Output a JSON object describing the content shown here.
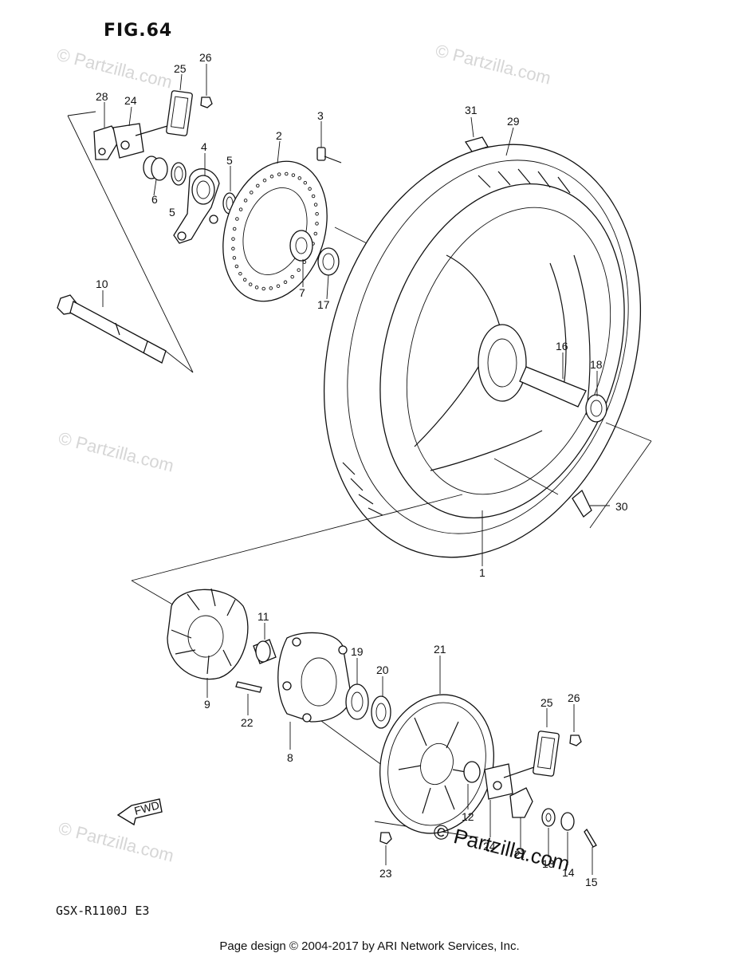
{
  "figure": {
    "title": "FIG.64",
    "model": "GSX-R1100J E3"
  },
  "footer": {
    "text": "Page design © 2004-2017 by ARI Network Services, Inc."
  },
  "watermark": {
    "text": "© Partzilla.com",
    "brand": "© Partzilla.com"
  },
  "fwd": {
    "label": "FWD"
  },
  "callouts": {
    "c1": "1",
    "c2": "2",
    "c3": "3",
    "c4": "4",
    "c5a": "5",
    "c5b": "5",
    "c6": "6",
    "c7": "7",
    "c8": "8",
    "c9": "9",
    "c10": "10",
    "c11": "11",
    "c12": "12",
    "c13": "13",
    "c14": "14",
    "c15": "15",
    "c16": "16",
    "c17": "17",
    "c18": "18",
    "c19": "19",
    "c20": "20",
    "c21": "21",
    "c22": "22",
    "c23": "23",
    "c24a": "24",
    "c24b": "24",
    "c25a": "25",
    "c25b": "25",
    "c26a": "26",
    "c26b": "26",
    "c27": "27",
    "c28": "28",
    "c29": "29",
    "c30": "30",
    "c31": "31"
  }
}
